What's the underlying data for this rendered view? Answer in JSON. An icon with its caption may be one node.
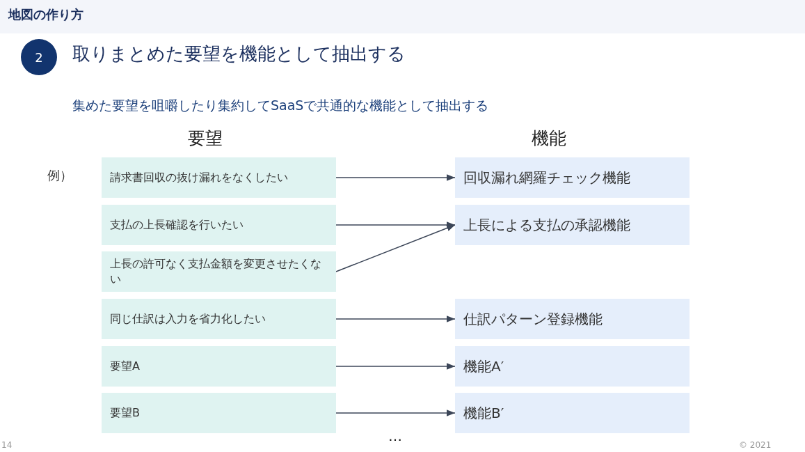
{
  "diagram": {
    "title": "地図の作り方",
    "nodes": [
      {
        "text": [
          "2"
        ]
      },
      {
        "text": [
          "請求書回収の抜け漏れをなくしたい"
        ]
      },
      {
        "text": [
          "回収漏れ網羅チェック機能"
        ]
      },
      {
        "text": [
          "支払の上長確認を行いたい"
        ]
      },
      {
        "text": [
          "上長による支払の承認機能"
        ]
      },
      {
        "text": [
          "上長の許可なく支払金額を変更させたくない"
        ]
      },
      {
        "text": [
          "同じ仕訳は入力を省力化したい"
        ]
      },
      {
        "text": [
          "仕訳パターン登録機能"
        ]
      },
      {
        "text": [
          "要望A"
        ]
      },
      {
        "text": [
          "機能A′"
        ]
      },
      {
        "text": [
          "要望B"
        ]
      },
      {
        "text": [
          "機能B′"
        ]
      }
    ],
    "edges": [
      {
        "from": 1,
        "to": 2,
        "arrow": "to"
      },
      {
        "from": 3,
        "to": 4,
        "arrow": "to"
      },
      {
        "from": 5,
        "to": 4,
        "arrow": "to"
      },
      {
        "from": 6,
        "to": 7,
        "arrow": "to"
      },
      {
        "from": 8,
        "to": 9,
        "arrow": "to"
      },
      {
        "from": 10,
        "to": 11,
        "arrow": "to"
      }
    ],
    "labels": [
      "取りまとめた要望を機能として抽出する",
      "集めた要望を咀嚼したり集約してSaaSで共通的な機能として抽出する",
      "要望",
      "機能",
      "例）",
      "…",
      "14",
      "© 2021"
    ]
  }
}
